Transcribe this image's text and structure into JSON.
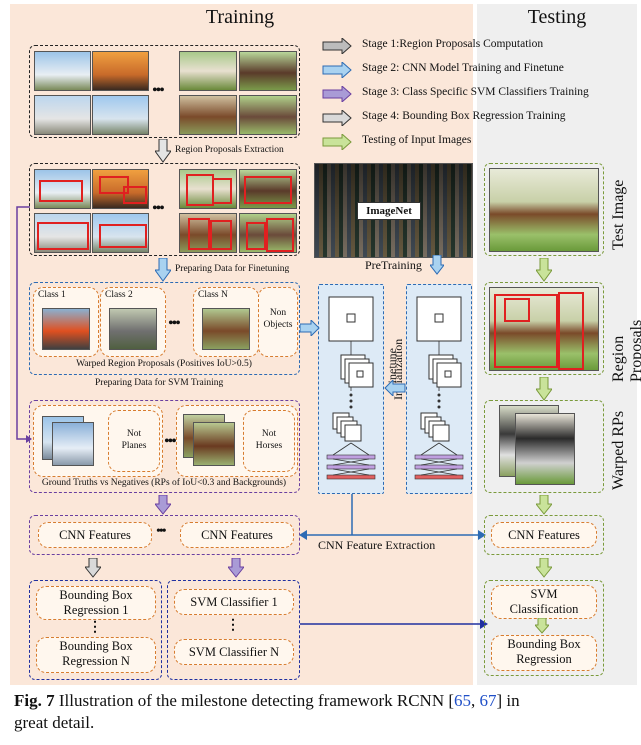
{
  "titles": {
    "training": "Training",
    "testing": "Testing"
  },
  "legend": [
    {
      "label": "Stage 1:Region Proposals Computation",
      "color": "#bcbcbc"
    },
    {
      "label": "Stage 2: CNN Model Training and Finetune",
      "color": "#a9d2f0"
    },
    {
      "label": "Stage 3: Class Specific SVM Classifiers Training",
      "color": "#a99bd6"
    },
    {
      "label": "Stage 4: Bounding Box Regression Training",
      "color": "#d9d9d9"
    },
    {
      "label": "Testing of Input Images",
      "color": "#c9e39a"
    }
  ],
  "training": {
    "region_extraction": "Region Proposals Extraction",
    "preparing_finetune": "Preparing Data for Finetuning",
    "preparing_svm": "Preparing Data for SVM Training",
    "imagenet": "ImageNet",
    "pretraining": "PreTraining",
    "finetune": "Finetune",
    "initialization": "Initialization",
    "ellipsis": "•••",
    "class1": "Class 1",
    "class2": "Class 2",
    "classN": "Class N",
    "non_objects_1": "Non",
    "non_objects_2": "Objects",
    "warped_caption": "Warped Region Proposals (Positives IoU>0.5)",
    "not_planes_1": "Not",
    "not_planes_2": "Planes",
    "not_horses_1": "Not",
    "not_horses_2": "Horses",
    "gt_caption": "Ground Truths vs Negatives (RPs of IoU<0.3 and Backgrounds)",
    "cnn_features_1": "CNN Features",
    "cnn_features_2": "CNN Features",
    "cnn_feature_extraction": "CNN Feature Extraction",
    "bbox_reg_1a": "Bounding Box",
    "bbox_reg_1b": "Regression 1",
    "bbox_reg_na": "Bounding Box",
    "bbox_reg_nb": "Regression N",
    "svm_1": "SVM Classifier 1",
    "svm_n": "SVM Classifier N",
    "vdots": "⋮"
  },
  "testing": {
    "test_image": "Test Image",
    "region_proposals": "Region Proposals",
    "warped_rps": "Warped RPs",
    "cnn_features": "CNN Features",
    "svm_class_1": "SVM",
    "svm_class_2": "Classification",
    "bbox_reg_1": "Bounding Box",
    "bbox_reg_2": "Regression"
  },
  "caption": {
    "fig": "Fig. 7",
    "text": " Illustration of the milestone detecting framework RCNN [",
    "ref1": "65",
    "sep": ", ",
    "ref2": "67",
    "end": "] in",
    "line2": "great detail."
  },
  "colors": {
    "ref": "#1f4fc8",
    "red_box": "#e02020"
  }
}
